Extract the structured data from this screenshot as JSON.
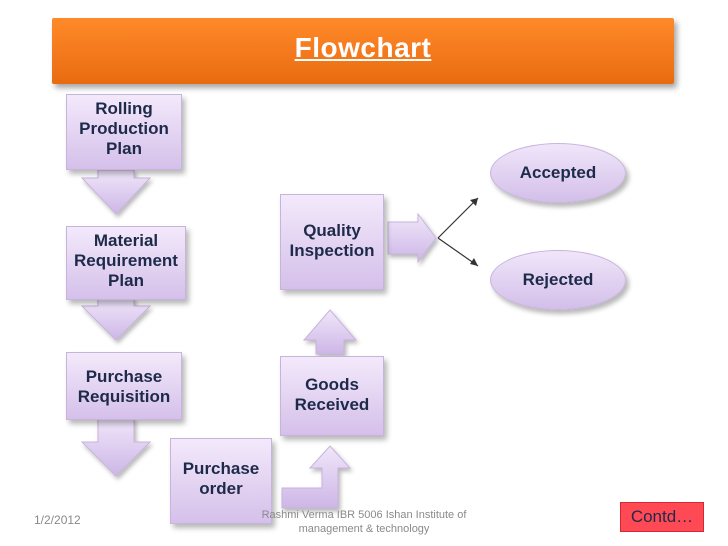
{
  "title": "Flowchart",
  "nodes": {
    "rolling": [
      "Rolling",
      "Production",
      "Plan"
    ],
    "material": [
      "Material",
      "Requirement",
      "Plan"
    ],
    "purchase_req": [
      "Purchase",
      "Requisition"
    ],
    "purchase_order": [
      "Purchase",
      "order"
    ],
    "goods": [
      "Goods",
      "Received"
    ],
    "quality": [
      "Quality",
      "Inspection"
    ],
    "accepted": "Accepted",
    "rejected": "Rejected"
  },
  "footer": {
    "date": "1/2/2012",
    "author_line1": "Rashmi Verma IBR 5006 Ishan Institute of",
    "author_line2": "management & technology",
    "contd": "Contd…"
  }
}
